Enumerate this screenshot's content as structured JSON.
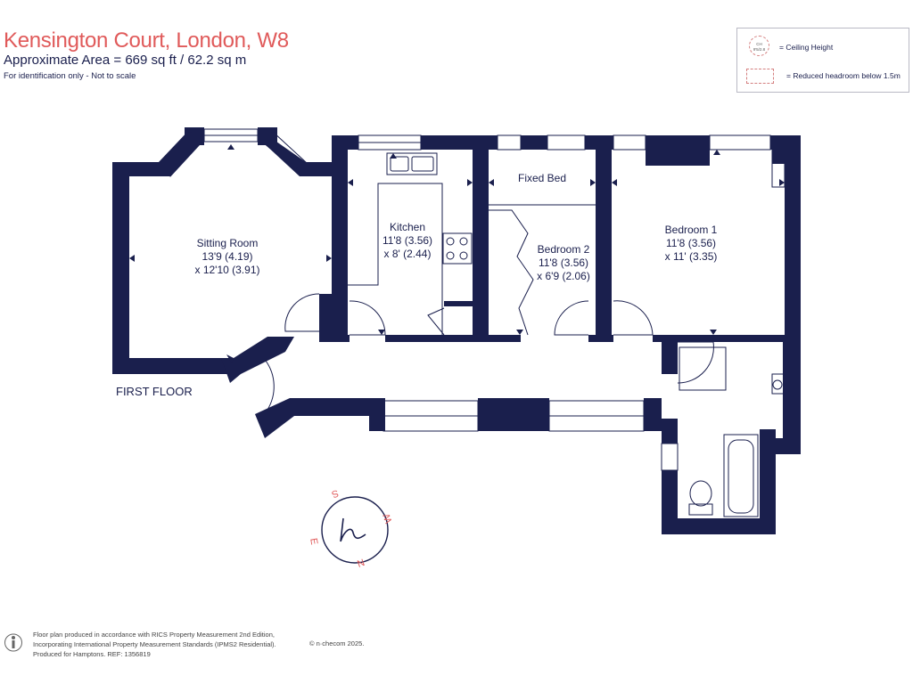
{
  "header": {
    "title": "Kensington Court, London, W8",
    "area": "Approximate Area = 669  sq ft / 62.2  sq m",
    "note": "For identification only - Not to scale"
  },
  "legend": {
    "ceiling_height_symbol": "CH 9'5/2.8",
    "ceiling_height_label": "= Ceiling Height",
    "reduced_headroom_label": "= Reduced headroom below 1.5m"
  },
  "rooms": {
    "sitting_room": {
      "name": "Sitting Room",
      "dim_imperial": "13'9 (4.19)",
      "dim_metric": "x 12'10 (3.91)"
    },
    "kitchen": {
      "name": "Kitchen",
      "dim_imperial": "11'8 (3.56)",
      "dim_metric": "x 8' (2.44)"
    },
    "fixed_bed": {
      "name": "Fixed Bed"
    },
    "bedroom2": {
      "name": "Bedroom 2",
      "dim_imperial": "11'8 (3.56)",
      "dim_metric": "x 6'9 (2.06)"
    },
    "bedroom1": {
      "name": "Bedroom 1",
      "dim_imperial": "11'8 (3.56)",
      "dim_metric": "x 11' (3.35)"
    }
  },
  "floor_label": "FIRST FLOOR",
  "compass": {
    "s": "S",
    "w": "W",
    "e": "E",
    "n": "N"
  },
  "footer": {
    "line1": "Floor plan produced in accordance with RICS Property Measurement 2nd Edition,",
    "line2": "Incorporating International Property Measurement Standards (IPMS2 Residential).",
    "line3": "Produced for Hamptons.   REF:  1356819",
    "copyright": "n·checom 2025."
  },
  "colors": {
    "wall": "#1a1f4d",
    "title": "#e05a5a",
    "accent": "#d47f7f"
  }
}
